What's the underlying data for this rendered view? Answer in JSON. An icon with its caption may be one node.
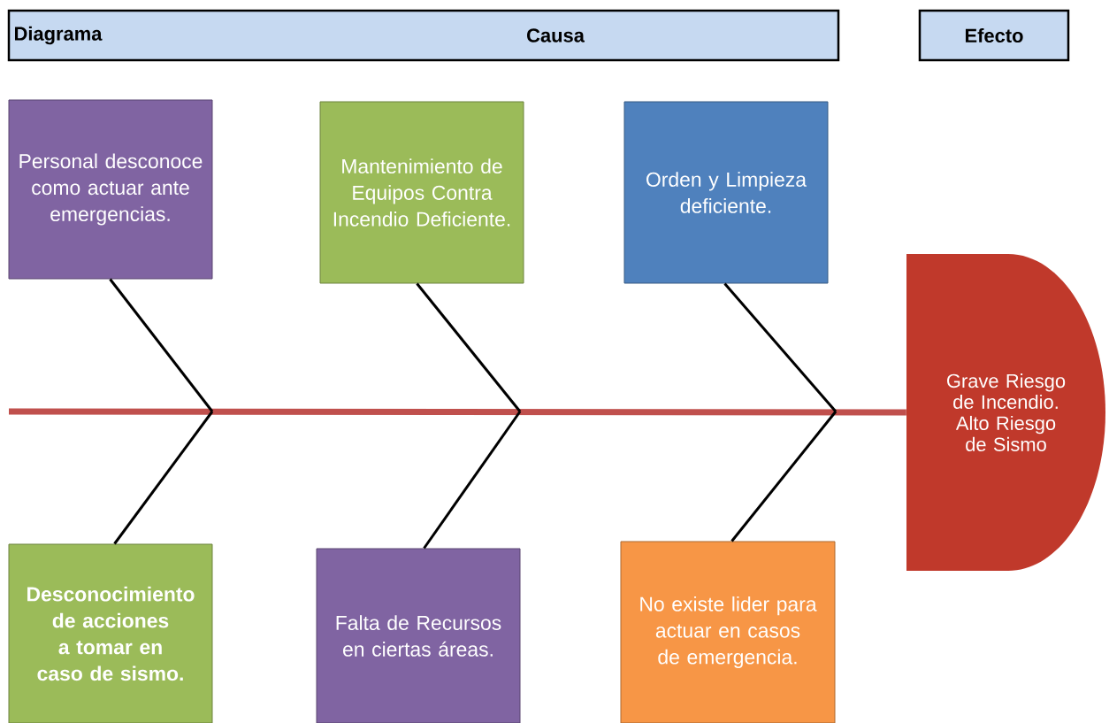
{
  "diagram": {
    "nodes": [
      {
        "text": [
          "Diagrama",
          "Causa"
        ]
      },
      {
        "text": [
          "Efecto"
        ]
      },
      {
        "text": [
          "Personal desconoce como actuar ante emergencias."
        ]
      },
      {
        "text": [
          "Mantenimiento de Equipos Contra Incendio Deficiente."
        ]
      },
      {
        "text": [
          "Orden y Limpieza deficiente."
        ]
      },
      {
        "text": [
          "Desconocimiento de acciones a tomar en caso de sismo."
        ]
      },
      {
        "text": [
          "Falta de Recursos en ciertas áreas."
        ]
      },
      {
        "text": [
          "No existe lider para actuar en casos de emergencia."
        ]
      },
      {
        "text": [
          "Grave Riesgo de Incendio.",
          "Alto Riesgo de Sismo"
        ]
      }
    ],
    "edges": [
      {
        "from": null,
        "to": 8,
        "arrow": "none",
        "style": "thick",
        "color": "#c0504d"
      },
      {
        "from": 2,
        "to": null,
        "arrow": "none"
      },
      {
        "from": 3,
        "to": null,
        "arrow": "none"
      },
      {
        "from": 4,
        "to": null,
        "arrow": "none"
      },
      {
        "from": 5,
        "to": null,
        "arrow": "none"
      },
      {
        "from": 6,
        "to": null,
        "arrow": "none"
      },
      {
        "from": 7,
        "to": null,
        "arrow": "none"
      }
    ]
  }
}
